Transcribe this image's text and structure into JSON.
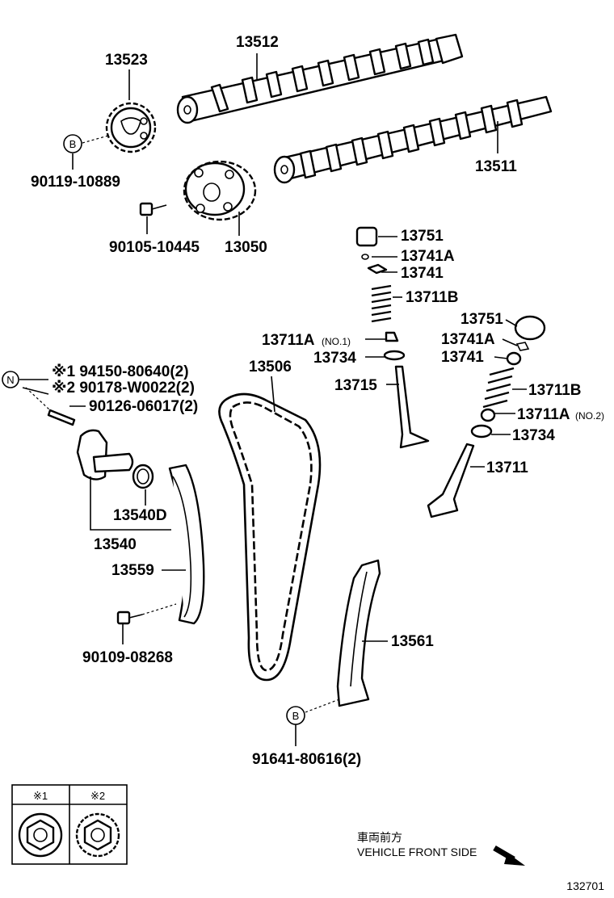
{
  "parts": {
    "p13523": "13523",
    "p13512": "13512",
    "p13511": "13511",
    "p90119": "90119-10889",
    "p90105": "90105-10445",
    "p13050": "13050",
    "p13751_a": "13751",
    "p13741A_a": "13741A",
    "p13741_a": "13741",
    "p13711B_a": "13711B",
    "p13711A_a": "13711A",
    "no1": "(NO.1)",
    "p13734_a": "13734",
    "p13715": "13715",
    "p13751_b": "13751",
    "p13741A_b": "13741A",
    "p13741_b": "13741",
    "p13711B_b": "13711B",
    "p13711A_b": "13711A",
    "no2": "(NO.2)",
    "p13734_b": "13734",
    "p13711": "13711",
    "p13506": "13506",
    "p94150": "※1 94150-80640(2)",
    "p90178": "※2 90178-W0022(2)",
    "p90126": "90126-06017(2)",
    "p13540D": "13540D",
    "p13540": "13540",
    "p13559": "13559",
    "p90109": "90109-08268",
    "p13561": "13561",
    "p91641": "91641-80616(2)"
  },
  "markers": {
    "B1": "B",
    "N": "N",
    "B2": "B"
  },
  "legend": {
    "col1": "※1",
    "col2": "※2"
  },
  "direction": {
    "jp": "車両前方",
    "en": "VEHICLE FRONT SIDE"
  },
  "ref_number": "132701"
}
